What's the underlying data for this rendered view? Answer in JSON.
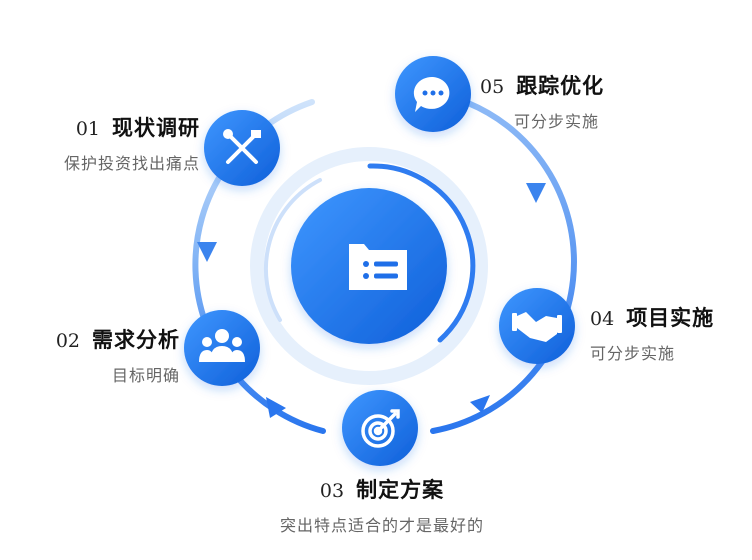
{
  "colors": {
    "primary": "#1f6fe8",
    "light": "#8cbcf7",
    "accent": "#2a7cf0"
  },
  "center": {
    "icon": "folder-list-icon"
  },
  "steps": [
    {
      "num": "01",
      "title": "现状调研",
      "desc": "保护投资找出痛点",
      "icon": "tools-icon"
    },
    {
      "num": "02",
      "title": "需求分析",
      "desc": "目标明确",
      "icon": "team-icon"
    },
    {
      "num": "03",
      "title": "制定方案",
      "desc": "突出特点适合的才是最好的",
      "icon": "target-icon"
    },
    {
      "num": "04",
      "title": "项目实施",
      "desc": "可分步实施",
      "icon": "handshake-icon"
    },
    {
      "num": "05",
      "title": "跟踪优化",
      "desc": "可分步实施",
      "icon": "chat-icon"
    }
  ]
}
